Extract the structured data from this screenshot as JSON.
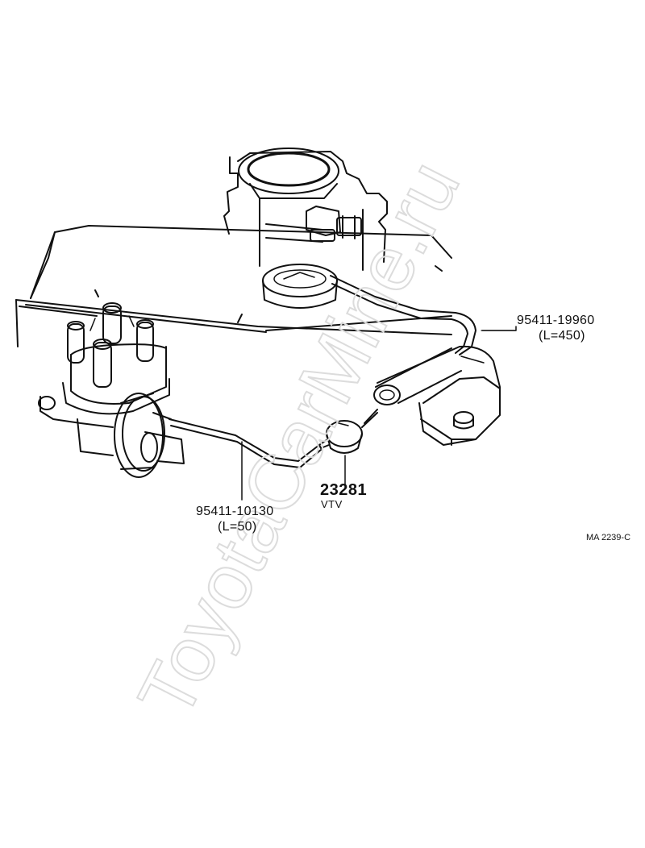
{
  "labels": {
    "hose_upper_part": "95411-19960",
    "hose_upper_len": "(L=450)",
    "hose_lower_part": "95411-10130",
    "hose_lower_len": "(L=50)",
    "vtv_part": "23281",
    "vtv_name": "VTV",
    "drawing_code": "MA 2239-C"
  },
  "watermark": "ToyotaCarMine.ru",
  "colors": {
    "line": "#111111",
    "watermark": "#dcdcdc"
  }
}
